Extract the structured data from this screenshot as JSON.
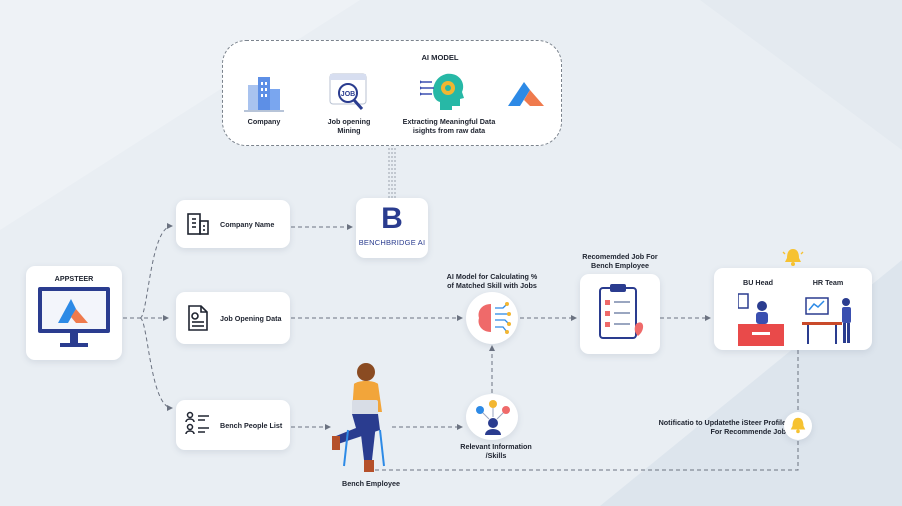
{
  "ai_model": {
    "title": "AI MODEL",
    "items": [
      {
        "label": "Company",
        "icon": "buildings-icon"
      },
      {
        "label": "Job opening\nMining",
        "icon": "job-search-icon"
      },
      {
        "label": "Extracting Meaningful Data\nisights from raw data",
        "icon": "ai-head-gear-icon"
      },
      {
        "label": "",
        "icon": "appsteer-logo-icon"
      }
    ]
  },
  "appsteer": {
    "title": "APPSTEER"
  },
  "inputs": [
    {
      "label": "Company Name",
      "icon": "building-icon"
    },
    {
      "label": "Job Opening Data",
      "icon": "document-icon"
    },
    {
      "label": "Bench People List",
      "icon": "people-list-icon"
    }
  ],
  "benchbridge": {
    "text": "BENCHBRIDGE AI",
    "letter": "B"
  },
  "ai_calc": {
    "label": "AI Model for Calculating %\nof Matched Skill with Jobs"
  },
  "recommended": {
    "label": "Recomemded Job For\nBench Employee"
  },
  "teams": {
    "bu_head": "BU Head",
    "hr_team": "HR Team"
  },
  "relevant": {
    "label": "Relevant Information\n/Skills"
  },
  "bench_employee": {
    "label": "Bench Employee"
  },
  "notification": {
    "label": "Notificatio to Updatethe iSteer Profile\nFor Recommende Job"
  },
  "colors": {
    "brand_blue": "#2d8ae6",
    "brand_orange": "#ef7a4d",
    "navy": "#2a3c8f",
    "bell": "#f6c231"
  }
}
